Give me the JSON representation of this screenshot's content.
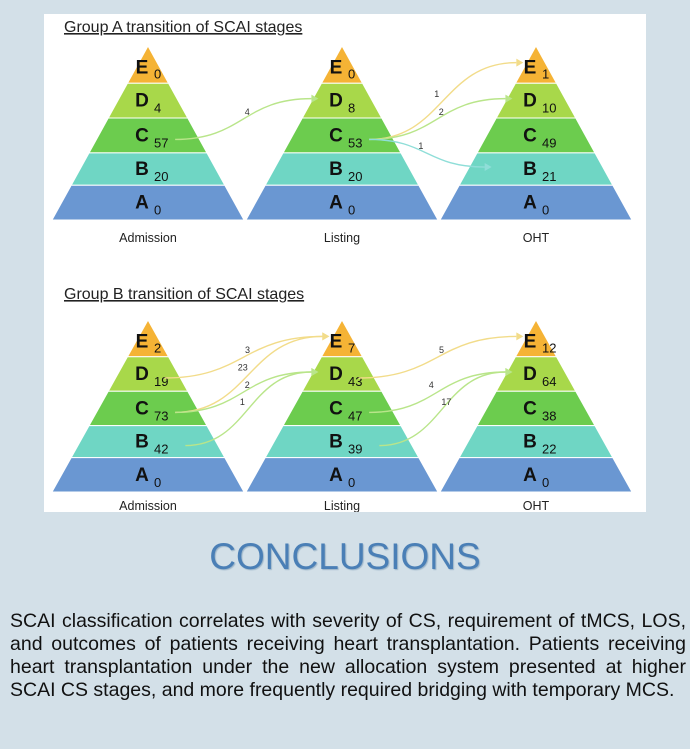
{
  "group_a": {
    "title": "Group A transition of SCAI stages",
    "pyramids": [
      {
        "label": "Admission",
        "levels": [
          {
            "letter": "E",
            "count": "0"
          },
          {
            "letter": "D",
            "count": "4"
          },
          {
            "letter": "C",
            "count": "57"
          },
          {
            "letter": "B",
            "count": "20"
          },
          {
            "letter": "A",
            "count": "0"
          }
        ]
      },
      {
        "label": "Listing",
        "levels": [
          {
            "letter": "E",
            "count": "0"
          },
          {
            "letter": "D",
            "count": "8"
          },
          {
            "letter": "C",
            "count": "53"
          },
          {
            "letter": "B",
            "count": "20"
          },
          {
            "letter": "A",
            "count": "0"
          }
        ]
      },
      {
        "label": "OHT",
        "levels": [
          {
            "letter": "E",
            "count": "1"
          },
          {
            "letter": "D",
            "count": "10"
          },
          {
            "letter": "C",
            "count": "49"
          },
          {
            "letter": "B",
            "count": "21"
          },
          {
            "letter": "A",
            "count": "0"
          }
        ]
      }
    ],
    "transitions": [
      {
        "from": "Admission C",
        "to": "Listing D",
        "count": "4"
      },
      {
        "from": "Listing C",
        "to": "OHT E",
        "count": "1"
      },
      {
        "from": "Listing C",
        "to": "OHT D",
        "count": "2"
      },
      {
        "from": "Listing C",
        "to": "OHT B",
        "count": "1"
      }
    ]
  },
  "group_b": {
    "title": "Group B transition of SCAI stages",
    "pyramids": [
      {
        "label": "Admission",
        "levels": [
          {
            "letter": "E",
            "count": "2"
          },
          {
            "letter": "D",
            "count": "19"
          },
          {
            "letter": "C",
            "count": "73"
          },
          {
            "letter": "B",
            "count": "42"
          },
          {
            "letter": "A",
            "count": "0"
          }
        ]
      },
      {
        "label": "Listing",
        "levels": [
          {
            "letter": "E",
            "count": "7"
          },
          {
            "letter": "D",
            "count": "43"
          },
          {
            "letter": "C",
            "count": "47"
          },
          {
            "letter": "B",
            "count": "39"
          },
          {
            "letter": "A",
            "count": "0"
          }
        ]
      },
      {
        "label": "OHT",
        "levels": [
          {
            "letter": "E",
            "count": "12"
          },
          {
            "letter": "D",
            "count": "64"
          },
          {
            "letter": "C",
            "count": "38"
          },
          {
            "letter": "B",
            "count": "22"
          },
          {
            "letter": "A",
            "count": "0"
          }
        ]
      }
    ],
    "transitions": [
      {
        "from": "Admission D",
        "to": "Listing E",
        "count": "3"
      },
      {
        "from": "Admission C",
        "to": "Listing E",
        "count": "23"
      },
      {
        "from": "Admission C",
        "to": "Listing D",
        "count": "2"
      },
      {
        "from": "Admission B",
        "to": "Listing D",
        "count": "1"
      },
      {
        "from": "Listing D",
        "to": "OHT E",
        "count": "5"
      },
      {
        "from": "Listing C",
        "to": "OHT D",
        "count": "4"
      },
      {
        "from": "Listing B",
        "to": "OHT D",
        "count": "17"
      }
    ]
  },
  "level_colors": {
    "E": "#f5b335",
    "D": "#a8d84a",
    "C": "#6ccc4e",
    "B": "#6fd6c4",
    "A": "#6a97d2"
  },
  "arrow_colors": {
    "yellow": "#f2dc8a",
    "green": "#b9e58a",
    "teal": "#8fded8"
  },
  "conclusions": {
    "title": "CONCLUSIONS",
    "text": "SCAI classification correlates with severity of CS, requirement of tMCS, LOS, and outcomes of patients receiving heart transplantation. Patients receiving heart transplantation under the new allocation system presented at higher SCAI CS stages, and more frequently required bridging with temporary MCS."
  }
}
